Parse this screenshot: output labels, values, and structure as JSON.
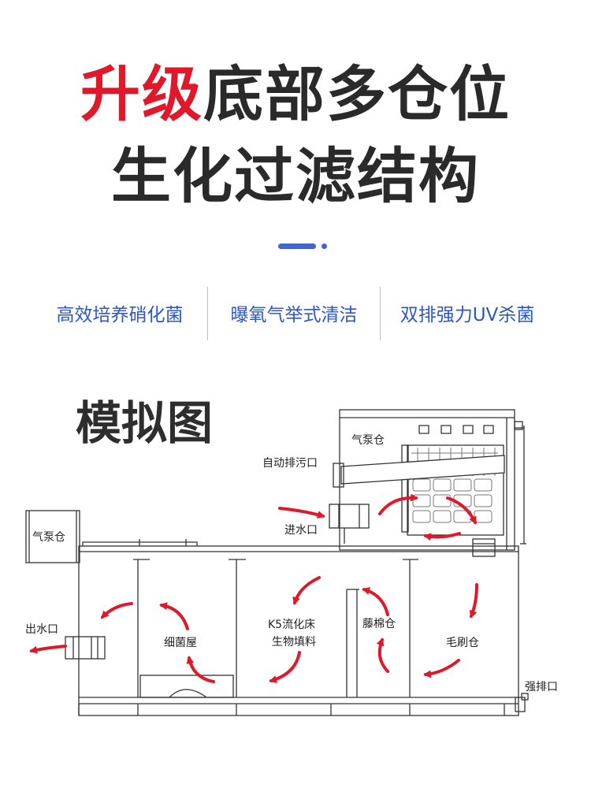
{
  "headline": {
    "accent": "升级",
    "line1_rest": "底部多仓位",
    "line2": "生化过滤结构"
  },
  "features": [
    "高效培养硝化菌",
    "曝氧气举式清洁",
    "双排强力UV杀菌"
  ],
  "diagram": {
    "title": "模拟图",
    "labels": {
      "air_pump_top": "气泵仓",
      "auto_drain": "自动排污口",
      "inlet": "进水口",
      "air_pump_left": "气泵仓",
      "outlet": "出水口",
      "bacteria_house": "细菌屋",
      "k5_line1": "K5流化床",
      "k5_line2": "生物填料",
      "sponge": "藤棉仓",
      "brush": "毛刷仓",
      "strong_drain": "强排口"
    }
  },
  "colors": {
    "accent": "#e0192a",
    "feature_text": "#2d56c8",
    "flow_arrow": "#e0192a"
  }
}
